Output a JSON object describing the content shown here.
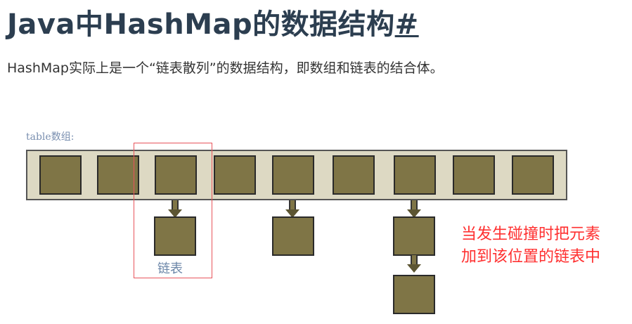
{
  "title": {
    "text": "Java中HashMap的数据结构",
    "anchor": "#"
  },
  "intro": "HashMap实际上是一个“链表散列”的数据结构，即数组和链表的结合体。",
  "figure": {
    "table_label": "table数组:",
    "chain_label": "链表",
    "note_lines": [
      "当发生碰撞时把元素",
      "加到该位置的链表中"
    ],
    "colors": {
      "bucket_fill": "#7f7546",
      "tray_fill": "#ddd9c3",
      "highlight_border": "#e8545b",
      "note_text": "#ff3030"
    }
  }
}
